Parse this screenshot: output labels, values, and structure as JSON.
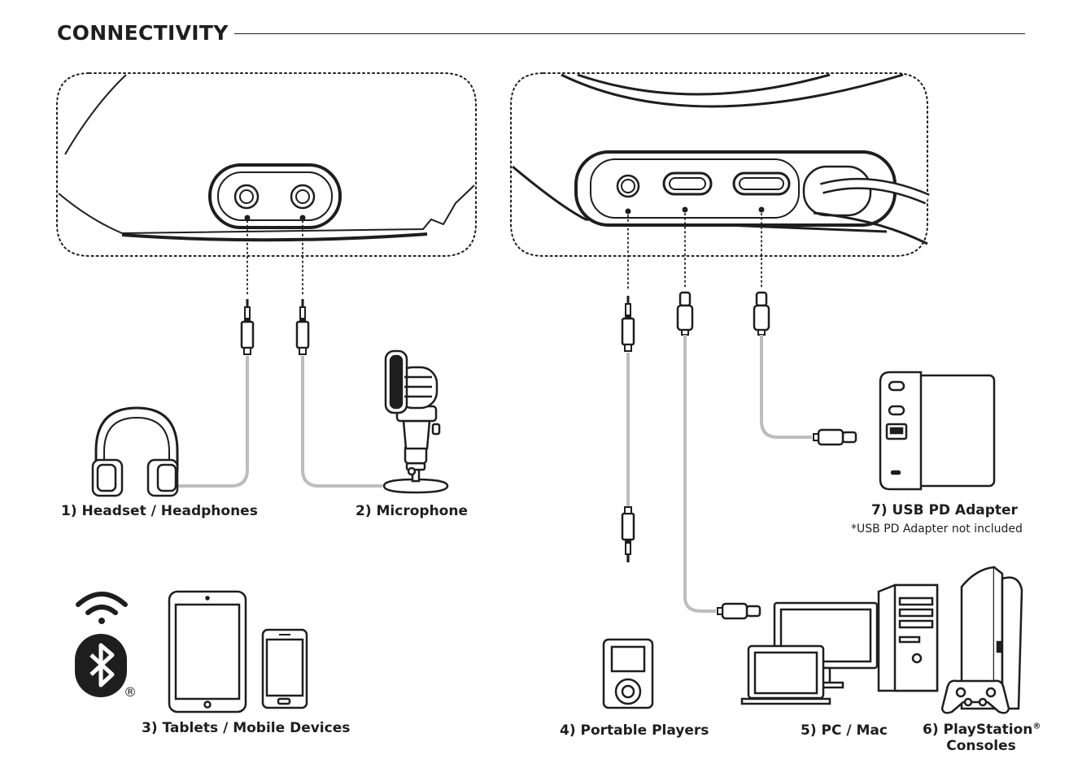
{
  "title": "CONNECTIVITY",
  "labels": {
    "headset": "1) Headset / Headphones",
    "microphone": "2) Microphone",
    "tablets": "3) Tablets / Mobile Devices",
    "portable": "4) Portable Players",
    "pc": "5) PC / Mac",
    "playstation_line1": "6) PlayStation",
    "playstation_reg": "®",
    "playstation_line2": "Consoles",
    "usb_pd": "7) USB PD Adapter",
    "usb_pd_note": "*USB PD Adapter not included"
  },
  "registered_mark": "®",
  "icons": [
    "wifi-icon",
    "bluetooth-icon",
    "headphones-icon",
    "microphone-icon",
    "tablet-icon",
    "phone-icon",
    "portable-player-icon",
    "monitor-icon",
    "laptop-icon",
    "pc-tower-icon",
    "playstation-console-icon",
    "gamepad-icon",
    "usb-pd-adapter-icon",
    "audio-jack-icon",
    "usb-c-connector-icon"
  ],
  "colors": {
    "ink": "#1e1e1e",
    "cable": "#bdbdbd"
  }
}
